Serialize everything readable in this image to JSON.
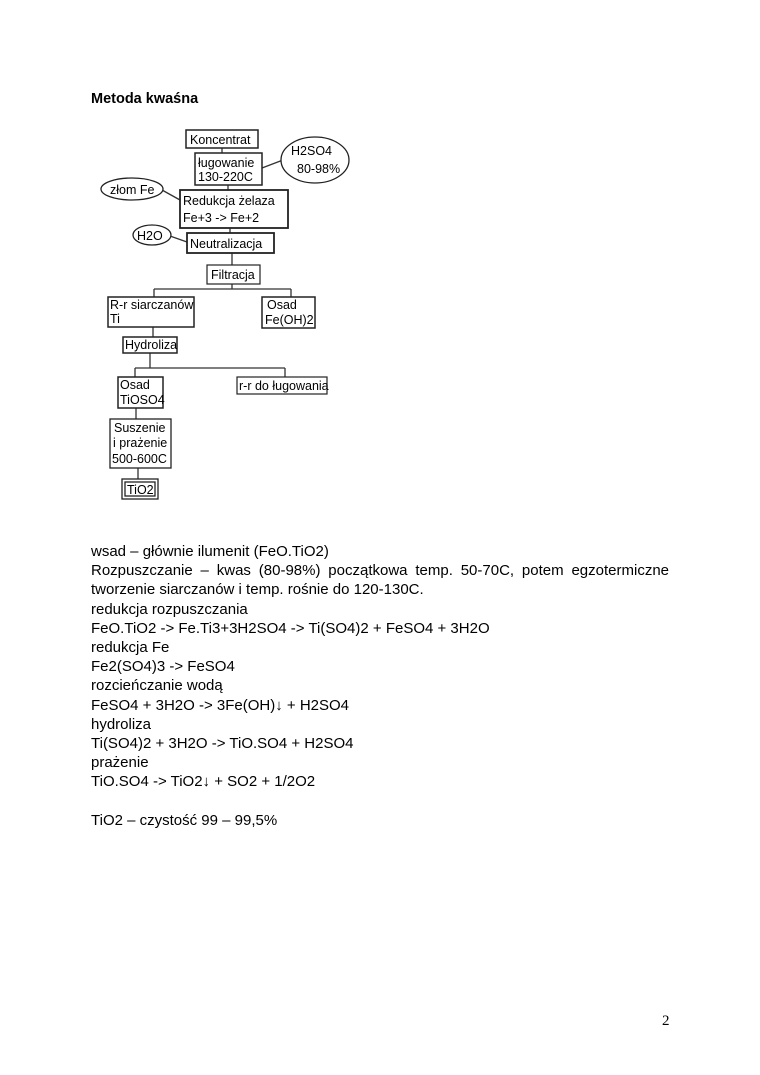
{
  "title": "Metoda kwaśna",
  "diagram": {
    "koncentrat": "Koncentrat",
    "lugowanie": [
      "ługowanie",
      "130-220C"
    ],
    "h2so4": [
      "H2SO4",
      "80-98%"
    ],
    "zlom": "złom Fe",
    "redukcja": [
      "Redukcja żelaza",
      "Fe+3 -> Fe+2"
    ],
    "h2o": "H2O",
    "neutralizacja": "Neutralizacja",
    "filtracja": "Filtracja",
    "rr_siarczanow": [
      "R-r siarczanów",
      "Ti"
    ],
    "osad_feoh": [
      "Osad",
      "Fe(OH)2"
    ],
    "hydroliza": "Hydroliza",
    "osad_tioso4": [
      "Osad",
      "TiOSO4"
    ],
    "rr_lugowania": "r-r do ługowania",
    "suszenie": [
      "Suszenie",
      "i prażenie",
      "500-600C"
    ],
    "tio2": "TiO2"
  },
  "body": {
    "line1": "wsad – głównie ilumenit (FeO.TiO2)",
    "para": "Rozpuszczanie – kwas (80-98%) początkowa temp. 50-70C, potem egzotermiczne",
    "para2": "tworzenie siarczanów i temp. rośnie do 120-130C.",
    "l4": "redukcja rozpuszczania",
    "l5": "FeO.TiO2 -> Fe.Ti3+3H2SO4 -> Ti(SO4)2 + FeSO4 + 3H2O",
    "l6": "redukcja Fe",
    "l7": "Fe2(SO4)3 -> FeSO4",
    "l8": "rozcieńczanie wodą",
    "l9": "FeSO4 + 3H2O -> 3Fe(OH)↓ + H2SO4",
    "l10": "hydroliza",
    "l11": "Ti(SO4)2 + 3H2O -> TiO.SO4 + H2SO4",
    "l12": "prażenie",
    "l13": "TiO.SO4 -> TiO2↓ + SO2 + 1/2O2",
    "l14": "TiO2 – czystość 99 – 99,5%"
  },
  "page_number": "2"
}
